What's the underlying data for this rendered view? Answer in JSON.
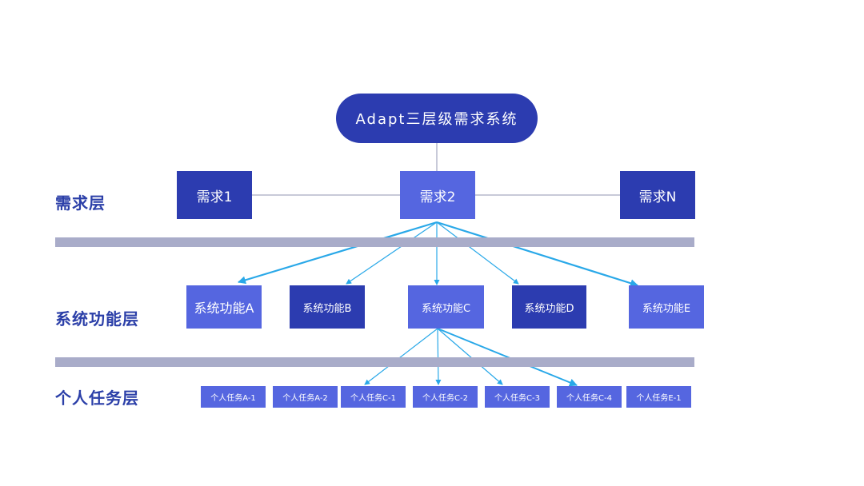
{
  "title": "Adapt三层级需求系统",
  "layers": {
    "demand": "需求层",
    "function": "系统功能层",
    "task": "个人任务层"
  },
  "demands": [
    "需求1",
    "需求2",
    "需求N"
  ],
  "functions": [
    "系统功能A",
    "系统功能B",
    "系统功能C",
    "系统功能D",
    "系统功能E"
  ],
  "tasks": [
    "个人任务A-1",
    "个人任务A-2",
    "个人任务C-1",
    "个人任务C-2",
    "个人任务C-3",
    "个人任务C-4",
    "个人任务E-1"
  ],
  "colors": {
    "dark": "#2c3cb0",
    "light": "#5566e0",
    "band": "#a9acc9",
    "arrow": "#29a8e8",
    "connector": "#b5b8cc",
    "label": "#2b3fa8"
  }
}
